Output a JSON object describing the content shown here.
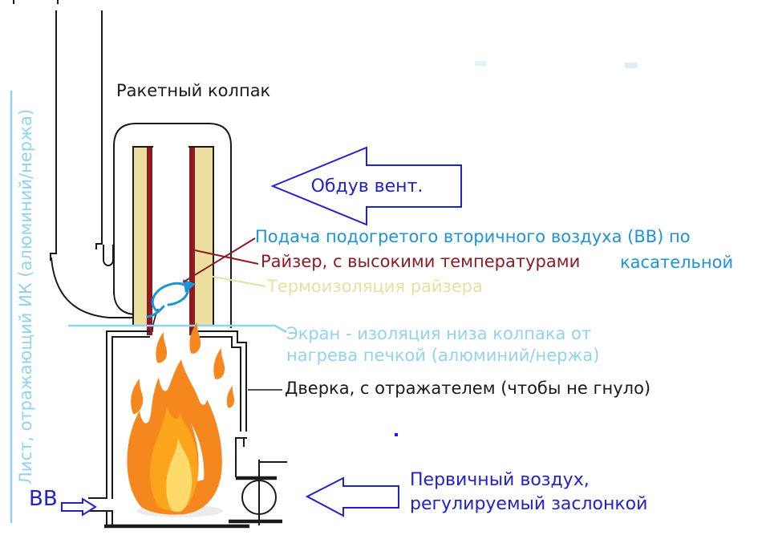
{
  "colors": {
    "ink": "#1a1a1a",
    "royal": "#2122cb",
    "sky": "#1e93d6",
    "lightblue": "#92d3ef",
    "darkred": "#8d1b22",
    "tan": "#ecdda1",
    "orange": "#f6871e",
    "orangemid": "#fba41c",
    "yellow": "#ffd96a",
    "shadowgray": "#ececec"
  },
  "labels": {
    "hood": "Ракетный колпак",
    "fan": "Обдув вент.",
    "secondary_air_line1": "Подача подогретого вторичного воздуха (ВВ) по",
    "secondary_air_line2": "касательной",
    "riser": "Райзер, с высокими температурами",
    "insulation": "Термоизоляция райзера",
    "screen_line1": "Экран - изоляция низа колпака от",
    "screen_line2": "нагрева печкой (алюминий/нержа)",
    "door": "Дверка, с отражателем (чтобы не гнуло)",
    "primary_air_line1": "Первичный воздух,",
    "primary_air_line2": "регулируемый заслонкой",
    "bb_inlet": "ВВ",
    "reflective_sheet": "Лист, отражающий ИК (алюминий/нержа)"
  }
}
